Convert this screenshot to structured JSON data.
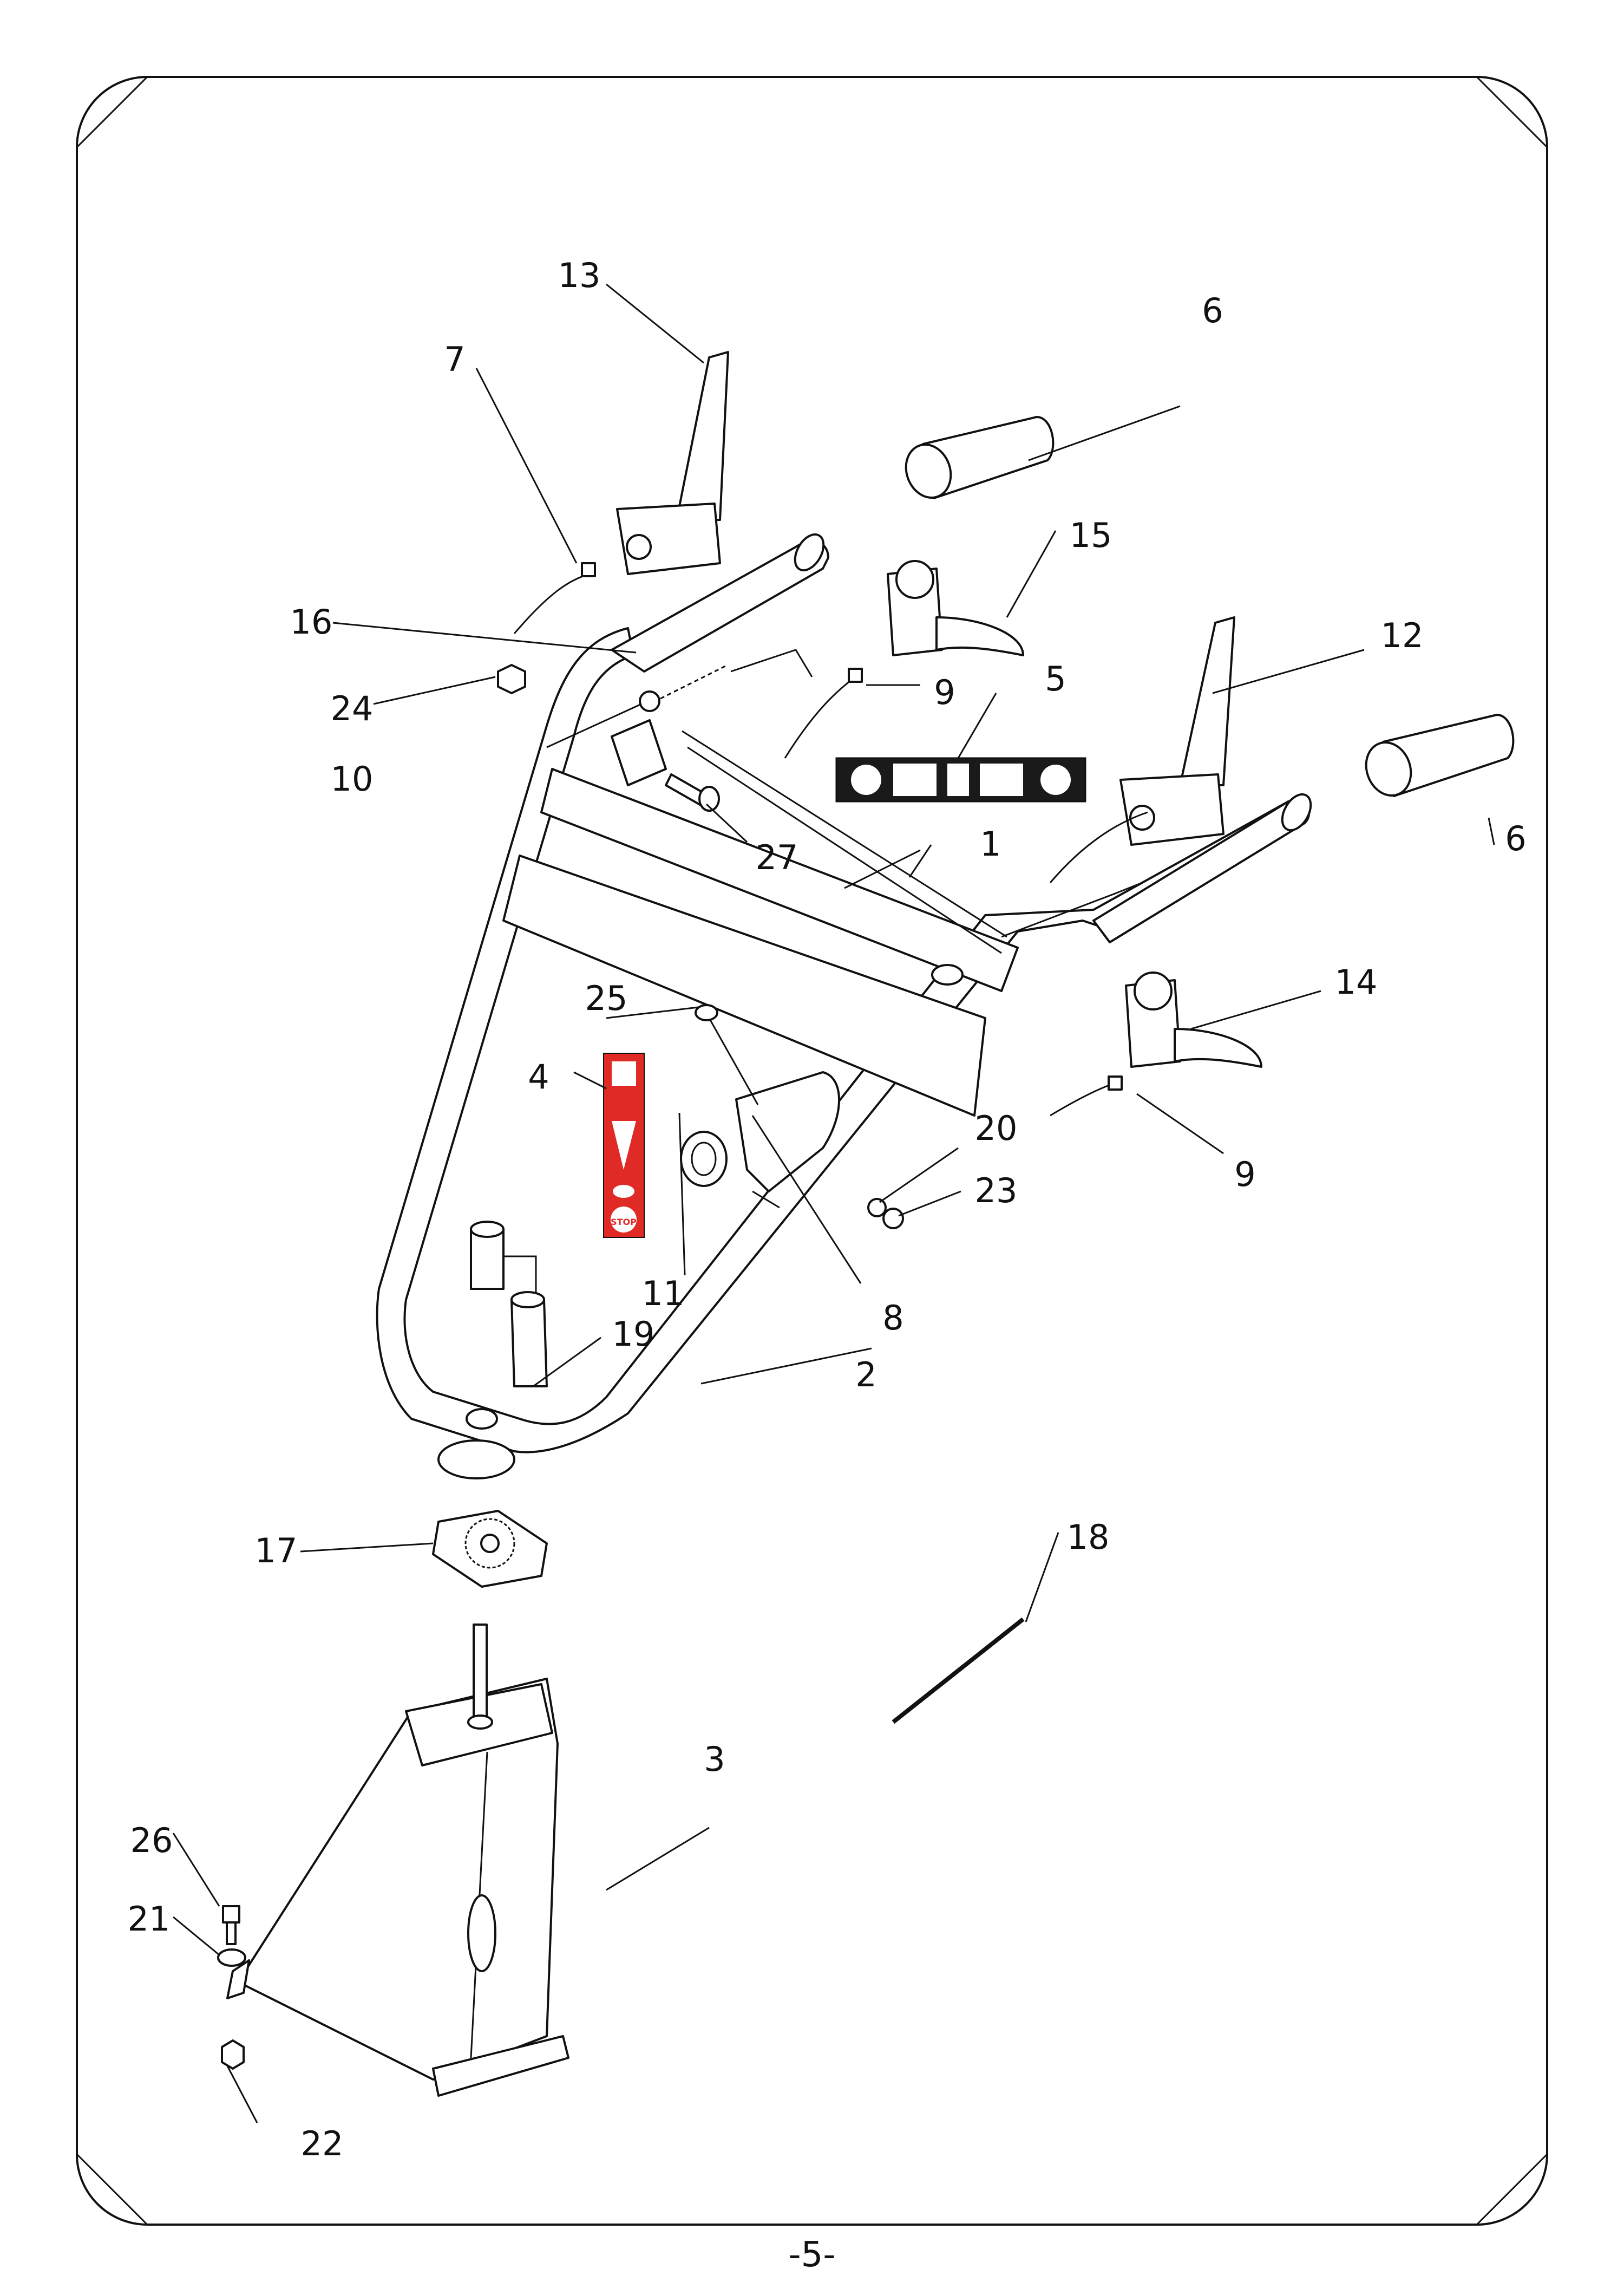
{
  "page_number": "-5-",
  "callouts": [
    "1",
    "2",
    "3",
    "4",
    "5",
    "6",
    "6",
    "7",
    "8",
    "9",
    "9",
    "10",
    "11",
    "12",
    "13",
    "14",
    "15",
    "16",
    "17",
    "18",
    "19",
    "20",
    "21",
    "22",
    "23",
    "24",
    "25",
    "26",
    "27"
  ],
  "decals": {
    "stop_text": "STOP"
  },
  "colors": {
    "line": "#111111",
    "decal_red": "#e02a26",
    "decal_black": "#1a1a1a",
    "paper": "#ffffff"
  }
}
